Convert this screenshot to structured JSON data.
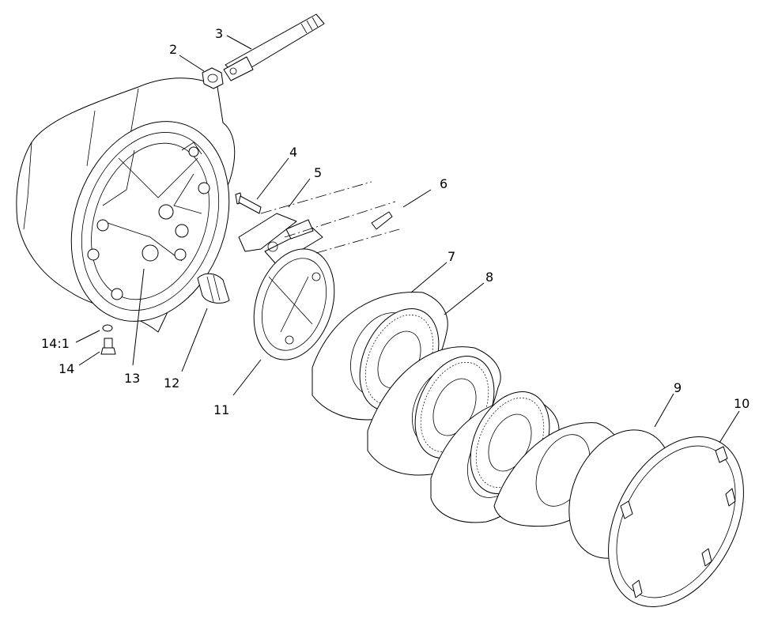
{
  "callouts": [
    {
      "id": "c2",
      "label": "2"
    },
    {
      "id": "c3",
      "label": "3"
    },
    {
      "id": "c4",
      "label": "4"
    },
    {
      "id": "c5",
      "label": "5"
    },
    {
      "id": "c6",
      "label": "6"
    },
    {
      "id": "c7",
      "label": "7"
    },
    {
      "id": "c8",
      "label": "8"
    },
    {
      "id": "c9",
      "label": "9"
    },
    {
      "id": "c10",
      "label": "10"
    },
    {
      "id": "c11",
      "label": "11"
    },
    {
      "id": "c12",
      "label": "12"
    },
    {
      "id": "c13",
      "label": "13"
    },
    {
      "id": "c14",
      "label": "14"
    },
    {
      "id": "c14_1",
      "label": "14:1"
    }
  ]
}
